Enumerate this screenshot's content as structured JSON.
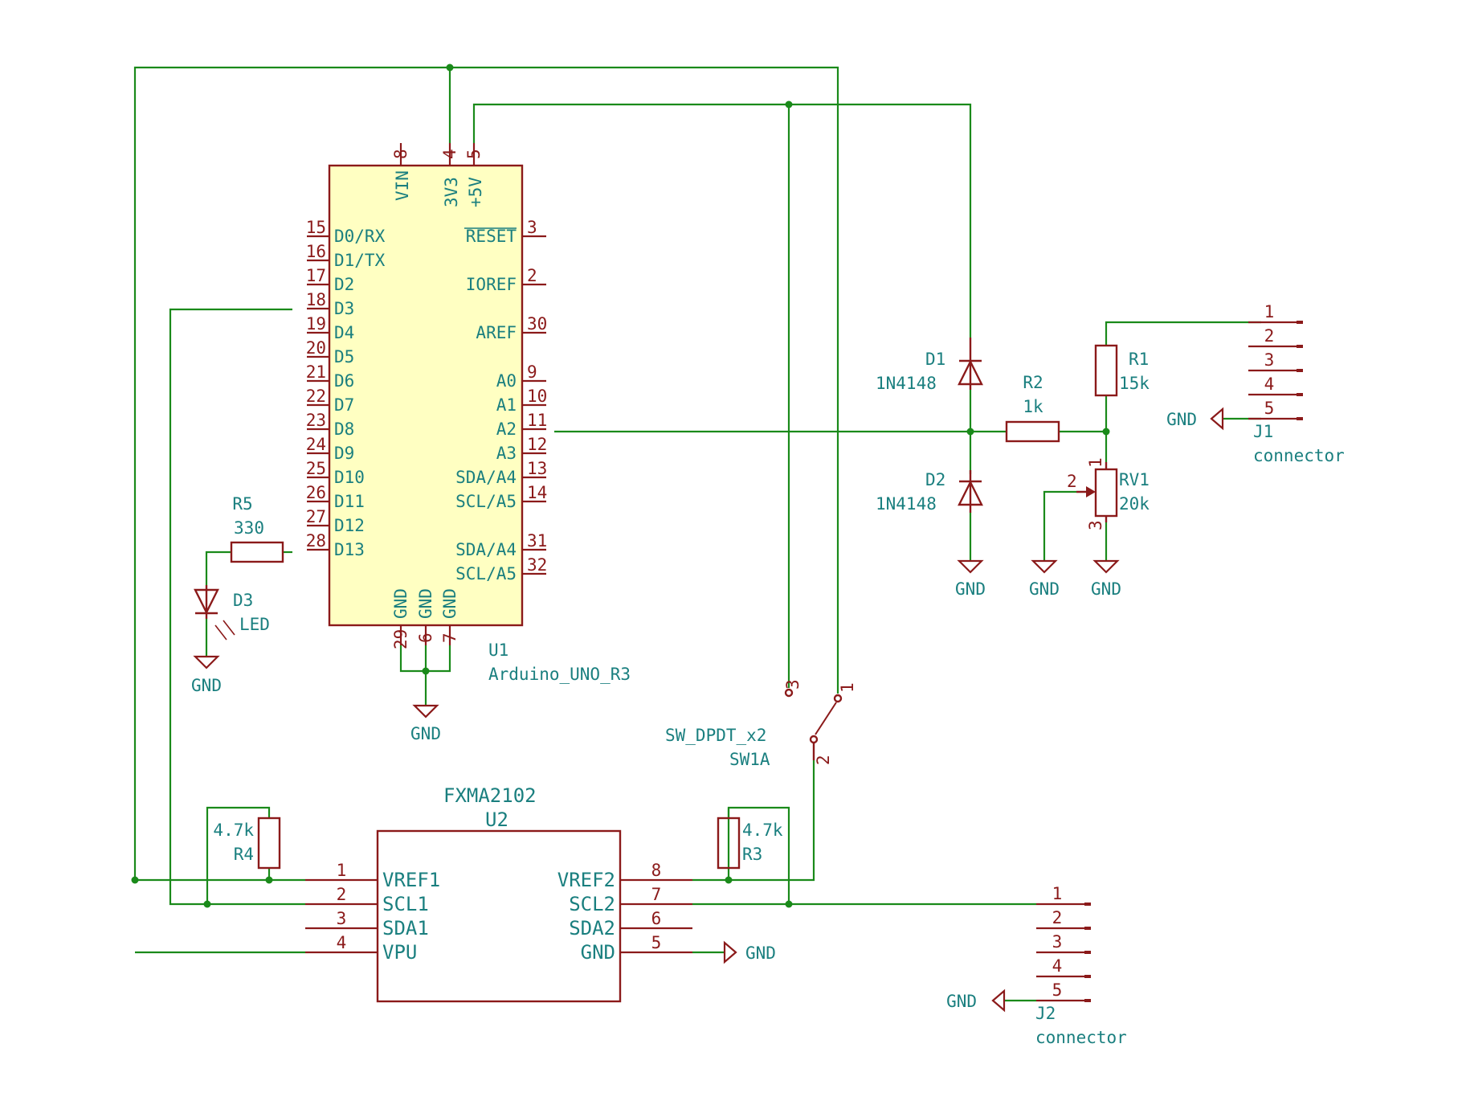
{
  "u1": {
    "ref": "U1",
    "value": "Arduino_UNO_R3",
    "top_pins": [
      {
        "num": "8",
        "name": "VIN"
      },
      {
        "num": "4",
        "name": "3V3"
      },
      {
        "num": "5",
        "name": "+5V"
      }
    ],
    "left_pins": [
      {
        "num": "15",
        "name": "D0/RX"
      },
      {
        "num": "16",
        "name": "D1/TX"
      },
      {
        "num": "17",
        "name": "D2"
      },
      {
        "num": "18",
        "name": "D3"
      },
      {
        "num": "19",
        "name": "D4"
      },
      {
        "num": "20",
        "name": "D5"
      },
      {
        "num": "21",
        "name": "D6"
      },
      {
        "num": "22",
        "name": "D7"
      },
      {
        "num": "23",
        "name": "D8"
      },
      {
        "num": "24",
        "name": "D9"
      },
      {
        "num": "25",
        "name": "D10"
      },
      {
        "num": "26",
        "name": "D11"
      },
      {
        "num": "27",
        "name": "D12"
      },
      {
        "num": "28",
        "name": "D13"
      }
    ],
    "right_pins": [
      {
        "num": "3",
        "name": "RESET"
      },
      {
        "num": "2",
        "name": "IOREF"
      },
      {
        "num": "30",
        "name": "AREF"
      },
      {
        "num": "9",
        "name": "A0"
      },
      {
        "num": "10",
        "name": "A1"
      },
      {
        "num": "11",
        "name": "A2"
      },
      {
        "num": "12",
        "name": "A3"
      },
      {
        "num": "13",
        "name": "SDA/A4"
      },
      {
        "num": "14",
        "name": "SCL/A5"
      },
      {
        "num": "31",
        "name": "SDA/A4"
      },
      {
        "num": "32",
        "name": "SCL/A5"
      }
    ],
    "bottom_pins": [
      {
        "num": "29",
        "name": "GND"
      },
      {
        "num": "6",
        "name": "GND"
      },
      {
        "num": "7",
        "name": "GND"
      }
    ]
  },
  "u2": {
    "title": "FXMA2102",
    "ref": "U2",
    "left_pins": [
      {
        "num": "1",
        "name": "VREF1"
      },
      {
        "num": "2",
        "name": "SCL1"
      },
      {
        "num": "3",
        "name": "SDA1"
      },
      {
        "num": "4",
        "name": "VPU"
      }
    ],
    "right_pins": [
      {
        "num": "8",
        "name": "VREF2"
      },
      {
        "num": "7",
        "name": "SCL2"
      },
      {
        "num": "6",
        "name": "SDA2"
      },
      {
        "num": "5",
        "name": "GND"
      }
    ]
  },
  "d1": {
    "ref": "D1",
    "value": "1N4148"
  },
  "d2": {
    "ref": "D2",
    "value": "1N4148"
  },
  "d3": {
    "ref": "D3",
    "value": "LED"
  },
  "r1": {
    "ref": "R1",
    "value": "15k"
  },
  "r2": {
    "ref": "R2",
    "value": "1k"
  },
  "r3": {
    "ref": "R3",
    "value": "4.7k"
  },
  "r4": {
    "ref": "R4",
    "value": "4.7k"
  },
  "r5": {
    "ref": "R5",
    "value": "330"
  },
  "rv1": {
    "ref": "RV1",
    "value": "20k",
    "pins": [
      "1",
      "2",
      "3"
    ]
  },
  "sw1": {
    "ref": "SW1A",
    "value": "SW_DPDT_x2",
    "pins": [
      "3",
      "1",
      "2"
    ]
  },
  "j1": {
    "ref": "J1",
    "value": "connector",
    "pins": [
      "1",
      "2",
      "3",
      "4",
      "5"
    ]
  },
  "j2": {
    "ref": "J2",
    "value": "connector",
    "pins": [
      "1",
      "2",
      "3",
      "4",
      "5"
    ]
  },
  "gnd_label": "GND",
  "colors": {
    "wire": "#1a8a1a",
    "component": "#8b1a1a",
    "ic_fill": "#ffffc2",
    "text": "#1a7f7f"
  }
}
